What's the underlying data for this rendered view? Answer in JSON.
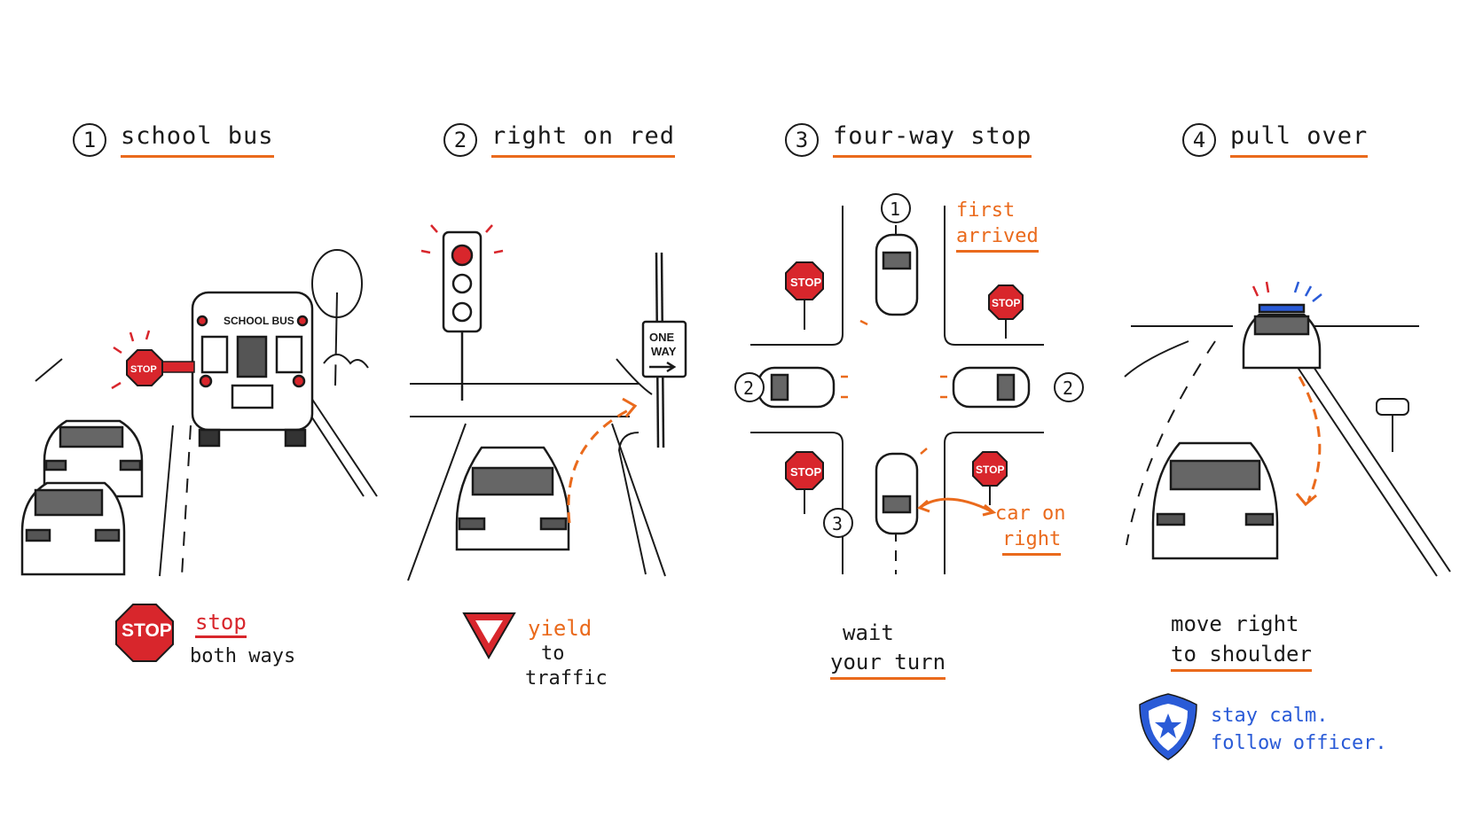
{
  "panels": [
    {
      "number": "1",
      "title": "school bus",
      "bus_label": "SCHOOL BUS",
      "sign_label": "STOP",
      "caption_main": "stop",
      "caption_sub": "both ways"
    },
    {
      "number": "2",
      "title": "right on red",
      "one_way_line1": "ONE",
      "one_way_line2": "WAY",
      "caption_line1": "yield",
      "caption_line2": "to",
      "caption_line3": "traffic"
    },
    {
      "number": "3",
      "title": "four-way stop",
      "sign_label": "STOP",
      "order_first": "1",
      "order_second": "2",
      "order_third": "3",
      "note_first_line1": "first",
      "note_first_line2": "arrived",
      "note_right_line1": "car on",
      "note_right_line2": "right",
      "caption_line1": "wait",
      "caption_line2": "your turn"
    },
    {
      "number": "4",
      "title": "pull over",
      "caption_line1": "move right",
      "caption_line2": "to shoulder",
      "tip_line1": "stay calm.",
      "tip_line2": "follow officer."
    }
  ],
  "colors": {
    "accent_orange": "#ea6a1c",
    "stop_red": "#d8262c",
    "police_blue": "#2a5bd7",
    "ink": "#1a1a1a"
  }
}
